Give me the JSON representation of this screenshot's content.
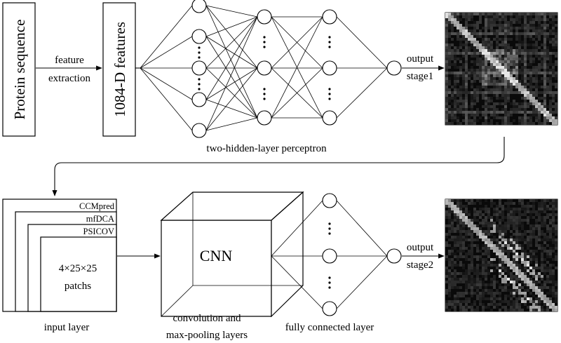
{
  "stage1": {
    "input_label": "Protein sequence",
    "arrow_label_1": "feature",
    "arrow_label_2": "extraction",
    "features_label": "1084-D features",
    "network_label": "two-hidden-layer perceptron",
    "output_label_1": "output",
    "output_label_2": "stage1"
  },
  "stage2": {
    "input_layers": [
      "CCMpred",
      "mfDCA",
      "PSICOV"
    ],
    "patch_label_1": "4×25×25",
    "patch_label_2": "patchs",
    "input_caption": "input layer",
    "cnn_label": "CNN",
    "cnn_caption_1": "convolution and",
    "cnn_caption_2": "max-pooling layers",
    "fc_caption": "fully connected layer",
    "output_label_1": "output",
    "output_label_2": "stage2"
  },
  "colors": {
    "line": "#000000",
    "map_bg": "#0a0a0a"
  }
}
